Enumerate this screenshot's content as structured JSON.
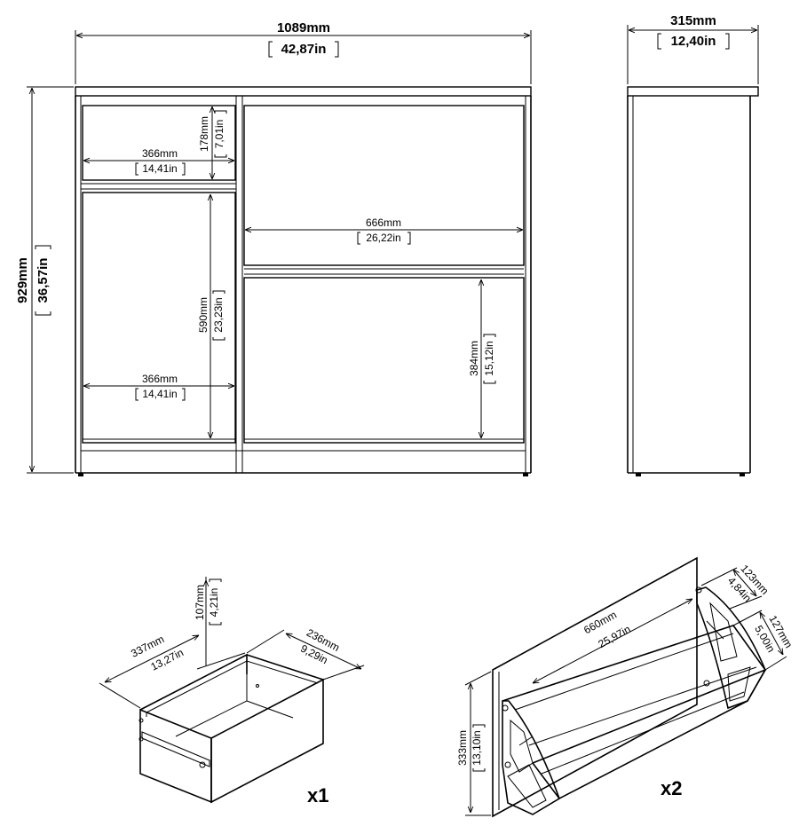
{
  "front_view": {
    "width": {
      "mm": "1089mm",
      "in": "42,87in"
    },
    "height": {
      "mm": "929mm",
      "in": "36,57in"
    },
    "top_left_drawer_height": {
      "mm": "178mm",
      "in": "7,01in"
    },
    "top_left_width": {
      "mm": "366mm",
      "in": "14,41in"
    },
    "bottom_left_height": {
      "mm": "590mm",
      "in": "23,23in"
    },
    "bottom_left_width": {
      "mm": "366mm",
      "in": "14,41in"
    },
    "right_width": {
      "mm": "666mm",
      "in": "26,22in"
    },
    "bottom_right_height": {
      "mm": "384mm",
      "in": "15,12in"
    }
  },
  "side_view": {
    "depth": {
      "mm": "315mm",
      "in": "12,40in"
    }
  },
  "drawer_detail": {
    "height": {
      "mm": "107mm",
      "in": "4,21in"
    },
    "depth": {
      "mm": "337mm",
      "in": "13,27in"
    },
    "width": {
      "mm": "236mm",
      "in": "9,29in"
    },
    "quantity": "x1"
  },
  "shoe_compartment_detail": {
    "width": {
      "mm": "660mm",
      "in": "25,97in"
    },
    "height": {
      "mm": "333mm",
      "in": "13,10in"
    },
    "depth_top": {
      "mm": "123mm",
      "in": "4,84in"
    },
    "depth_bottom": {
      "mm": "127mm",
      "in": "5,00in"
    },
    "quantity": "x2"
  }
}
